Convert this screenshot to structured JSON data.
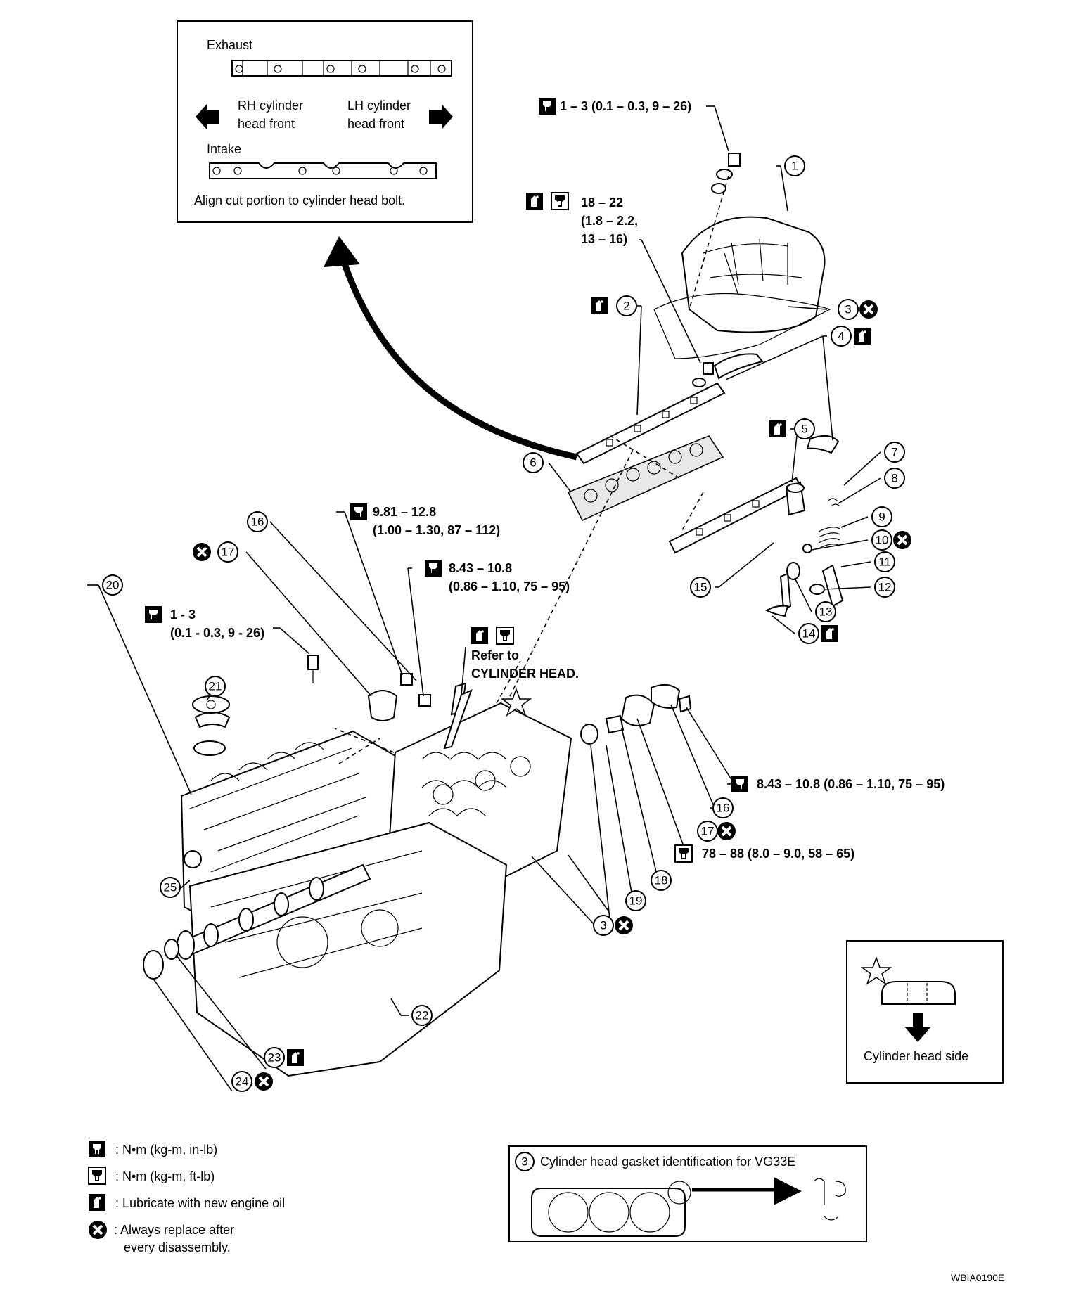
{
  "inset_top": {
    "exhaust": "Exhaust",
    "rh_front_1": "RH cylinder",
    "rh_front_2": "head front",
    "lh_front_1": "LH cylinder",
    "lh_front_2": "head front",
    "intake": "Intake",
    "note": "Align cut portion to cylinder head bolt."
  },
  "torques": {
    "t_top": "1 – 3 (0.1 – 0.3, 9 – 26)",
    "t_rocker_1": "18 – 22",
    "t_rocker_2": "(1.8 – 2.2,",
    "t_rocker_3": "13 – 16)",
    "t_981_1": "9.81 – 12.8",
    "t_981_2": "(1.00 – 1.30, 87 – 112)",
    "t_843a_1": "8.43 – 10.8",
    "t_843a_2": "(0.86 – 1.10, 75 – 95)",
    "t_13_1": "1 - 3",
    "t_13_2": "(0.1 - 0.3, 9 - 26)",
    "t_head_1": "Refer to",
    "t_head_2": "CYLINDER HEAD.",
    "t_843b": "8.43 – 10.8 (0.86 – 1.10, 75 – 95)",
    "t_78": "78 – 88 (8.0 – 9.0, 58 – 65)"
  },
  "callouts": {
    "c1": "1",
    "c2": "2",
    "c3": "3",
    "c3b": "3",
    "c4": "4",
    "c5": "5",
    "c6": "6",
    "c7": "7",
    "c8": "8",
    "c9": "9",
    "c10": "10",
    "c11": "11",
    "c12": "12",
    "c13": "13",
    "c14": "14",
    "c15": "15",
    "c16": "16",
    "c16b": "16",
    "c17": "17",
    "c17b": "17",
    "c18": "18",
    "c19": "19",
    "c20": "20",
    "c21": "21",
    "c22": "22",
    "c23": "23",
    "c24": "24",
    "c25": "25"
  },
  "star_box": {
    "label": "Cylinder head side"
  },
  "legend": {
    "in_lb": ": N•m (kg-m, in-lb)",
    "ft_lb": ": N•m (kg-m, ft-lb)",
    "oil": ": Lubricate with new engine oil",
    "replace_1": ": Always replace after",
    "replace_2": "every disassembly."
  },
  "gasket_box": {
    "num": "3",
    "title": "Cylinder head gasket identification for VG33E"
  },
  "figure_id": "WBIA0190E"
}
